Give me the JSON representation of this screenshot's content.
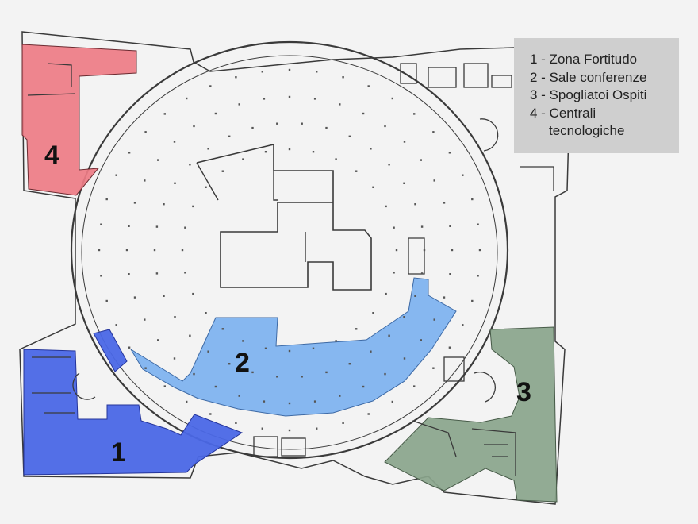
{
  "zones": [
    {
      "id": 1,
      "label": "1",
      "color": "#4a67e6"
    },
    {
      "id": 2,
      "label": "2",
      "color": "#7fb3ef"
    },
    {
      "id": 3,
      "label": "3",
      "color": "#8aa58c"
    },
    {
      "id": 4,
      "label": "4",
      "color": "#ee7c86"
    }
  ],
  "legend": {
    "items": [
      {
        "text": "1 - Zona Fortitudo"
      },
      {
        "text": "2 - Sale conferenze"
      },
      {
        "text": "3 - Spogliatoi Ospiti"
      },
      {
        "text": "4 - Centrali",
        "text_cont": "tecnologiche"
      }
    ]
  },
  "colors": {
    "background": "#f3f3f3",
    "walls": "#3a3a3a",
    "legend_bg": "#cfcfcf"
  }
}
